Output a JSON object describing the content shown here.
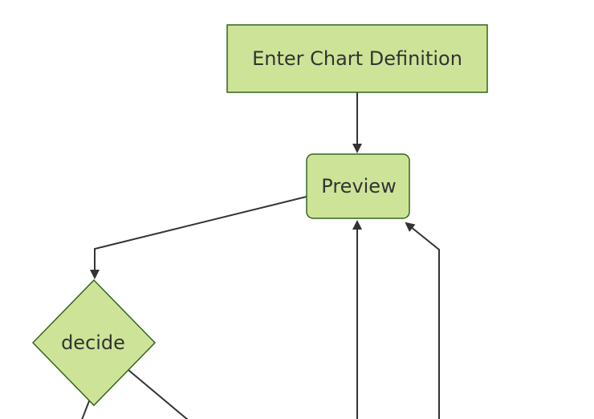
{
  "diagram": {
    "type": "flowchart",
    "direction": "top-down",
    "background": "#ffffff",
    "colors": {
      "node_fill": "#cde498",
      "node_border": "#35641c",
      "edge": "#333333",
      "label_text": "#333333"
    },
    "nodes": [
      {
        "id": "A",
        "label": "Enter Chart Definition",
        "shape": "rectangle"
      },
      {
        "id": "B",
        "label": "Preview",
        "shape": "rounded-rectangle"
      },
      {
        "id": "C",
        "label": "decide",
        "shape": "diamond"
      }
    ],
    "edges": [
      {
        "from": "A",
        "to": "B",
        "arrow": true
      },
      {
        "from": "B",
        "to": "C",
        "arrow": true
      },
      {
        "from": "offscreen-bottom-middle",
        "to": "B",
        "arrow": true
      },
      {
        "from": "offscreen-bottom-right",
        "to": "B",
        "arrow": true
      },
      {
        "from": "C",
        "to": "offscreen-bottom-left",
        "arrow": false
      },
      {
        "from": "C",
        "to": "offscreen-bottom-right",
        "arrow": false
      }
    ]
  }
}
